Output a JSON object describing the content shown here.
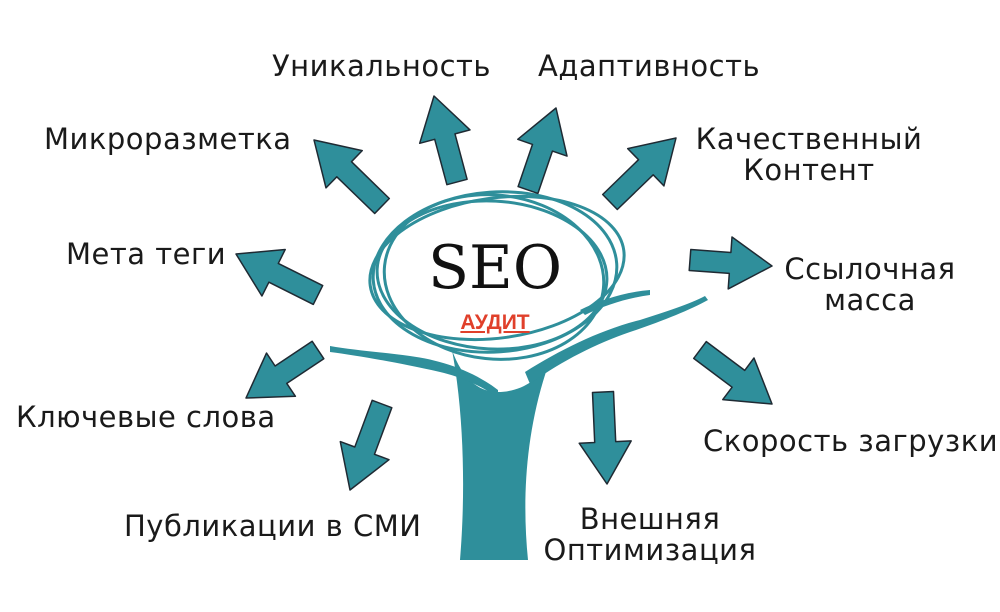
{
  "center": {
    "title": "SEO",
    "subtitle": "АУДИТ"
  },
  "colors": {
    "teal": "#2f8f9b",
    "text": "#1a1a1a",
    "accent": "#e0402b"
  },
  "labels": {
    "unikalnost": "Уникальность",
    "adaptivnost": "Адаптивность",
    "mikrorazmetka": "Микроразметка",
    "kontent_line1": "Качественный",
    "kontent_line2": "Контент",
    "meta": "Мета теги",
    "ssylki_line1": "Ссылочная",
    "ssylki_line2": "масса",
    "klyuchevye": "Ключевые слова",
    "skorost": "Скорость загрузки",
    "publikacii": "Публикации в СМИ",
    "vneshnyaya_line1": "Внешняя",
    "vneshnyaya_line2": "Оптимизация"
  },
  "icons": {
    "arrow": "arrow-icon",
    "tree": "tree-icon"
  }
}
